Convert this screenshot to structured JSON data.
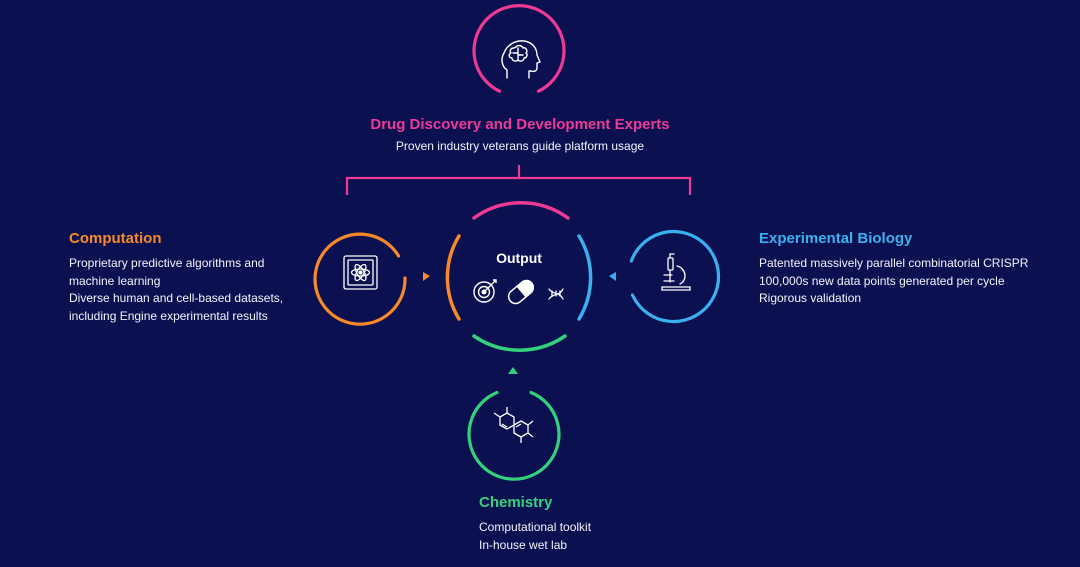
{
  "experts": {
    "title": "Drug Discovery and Development Experts",
    "subtitle": "Proven industry veterans guide platform usage",
    "color": "#ee3a96",
    "icon": "brain-head-icon"
  },
  "computation": {
    "title": "Computation",
    "color": "#f7892a",
    "icon": "atom-chip-icon",
    "lines": [
      "Proprietary predictive algorithms and",
      "machine learning",
      "Diverse human and cell-based datasets,",
      "including Engine experimental results"
    ]
  },
  "biology": {
    "title": "Experimental Biology",
    "color": "#3ab0ee",
    "icon": "microscope-icon",
    "lines": [
      "Patented massively parallel combinatorial CRISPR",
      "100,000s new data points generated per cycle",
      "Rigorous validation"
    ]
  },
  "chemistry": {
    "title": "Chemistry",
    "color": "#34d17d",
    "icon": "molecule-icon",
    "lines": [
      "Computational toolkit",
      "In-house wet lab"
    ]
  },
  "output": {
    "label": "Output",
    "icons": [
      "target-icon",
      "capsule-icon",
      "dna-icon"
    ]
  }
}
